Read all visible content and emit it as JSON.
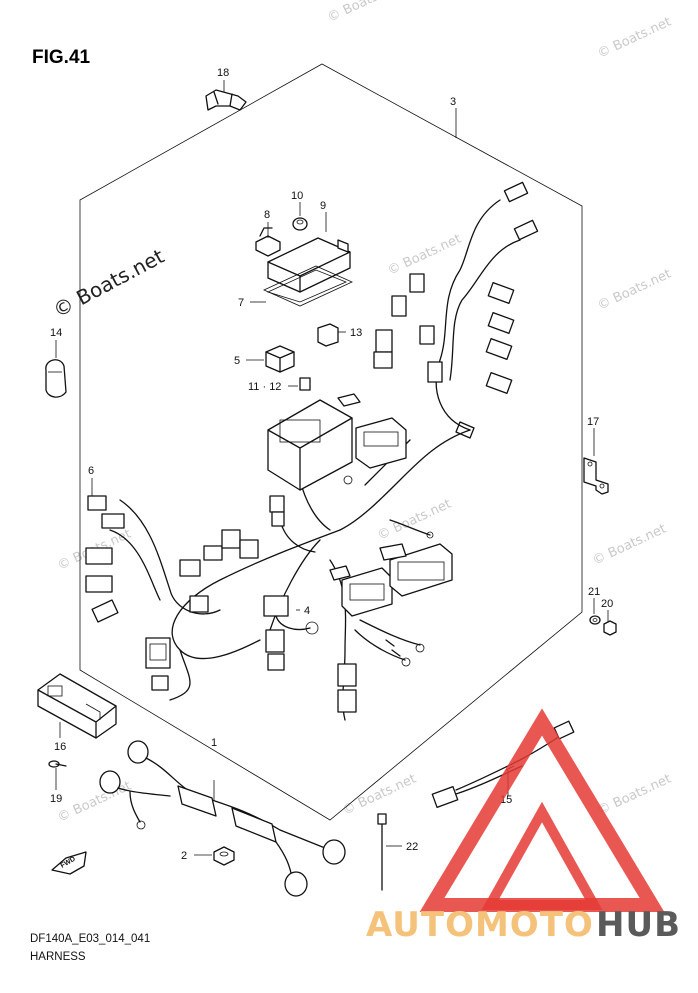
{
  "figure": {
    "title": "FIG.41"
  },
  "footer": {
    "code": "DF140A_E03_014_041",
    "name": "HARNESS"
  },
  "watermarks": {
    "main": "© Boats.net",
    "small": "© Boats.net"
  },
  "brand_logo": {
    "text_a": "AUTOMOTO",
    "text_b": "HUB",
    "color_a": "#f4c27a",
    "color_b": "#5a5a5a",
    "triangle_color": "#e53935"
  },
  "callouts": [
    "1",
    "2",
    "3",
    "4",
    "5",
    "6",
    "7",
    "8",
    "9",
    "10",
    "11 · 12",
    "13",
    "14",
    "15",
    "16",
    "17",
    "18",
    "19",
    "20",
    "21",
    "22"
  ],
  "fwd_label": "FWD"
}
